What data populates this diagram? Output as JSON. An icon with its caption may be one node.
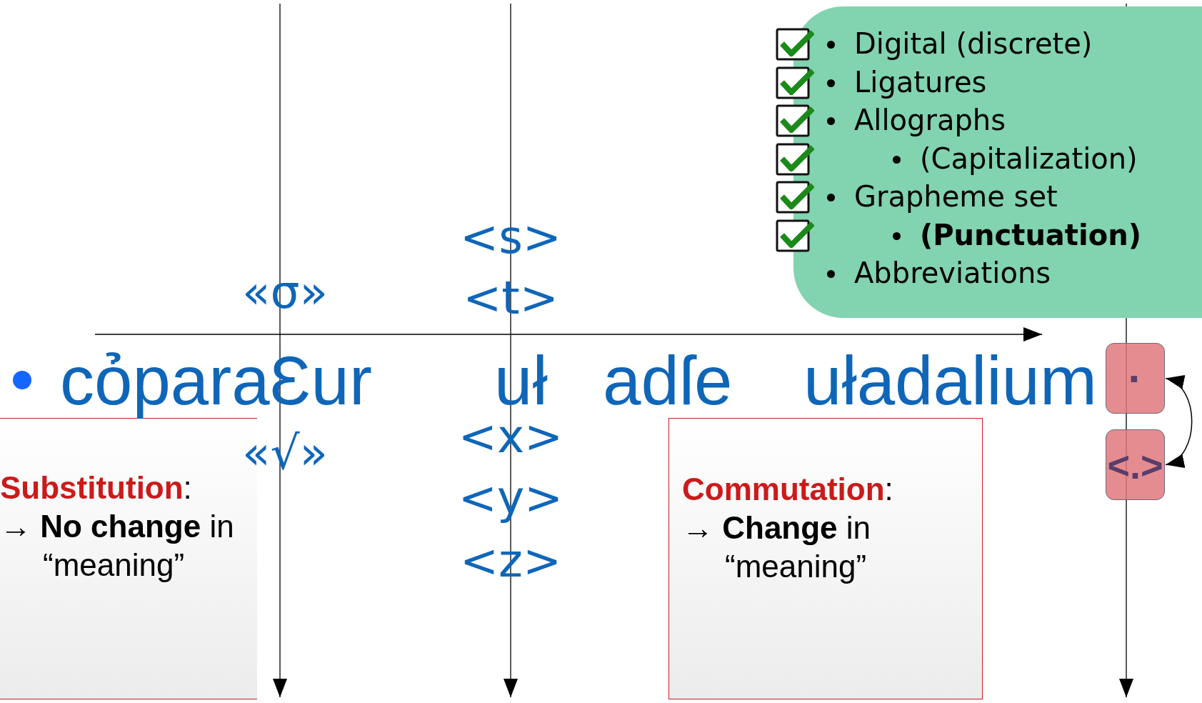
{
  "diagram": {
    "nodes": [
      {
        "text": [
          "Digital (discrete)",
          "Ligatures",
          "Allographs",
          "(Capitalization)",
          "Grapheme set",
          "(Punctuation)",
          "Abbreviations"
        ]
      },
      {
        "text": [
          "·"
        ]
      },
      {
        "text": [
          "<.>"
        ]
      },
      {
        "text": [
          "**Substitution**:",
          "→ **No change** in “meaning”"
        ]
      },
      {
        "text": [
          "**Commutation**:",
          "→ **Change** in “meaning”"
        ]
      }
    ],
    "edges": [
      {
        "from": 1,
        "to": 2,
        "arrow": "both"
      }
    ],
    "labels": [
      "<s>",
      "«σ»",
      "<t>",
      "cỏparaƐur",
      "uł",
      "adſe",
      "uładalium",
      "«√»",
      "<x>",
      "<y>",
      "<z>"
    ]
  }
}
